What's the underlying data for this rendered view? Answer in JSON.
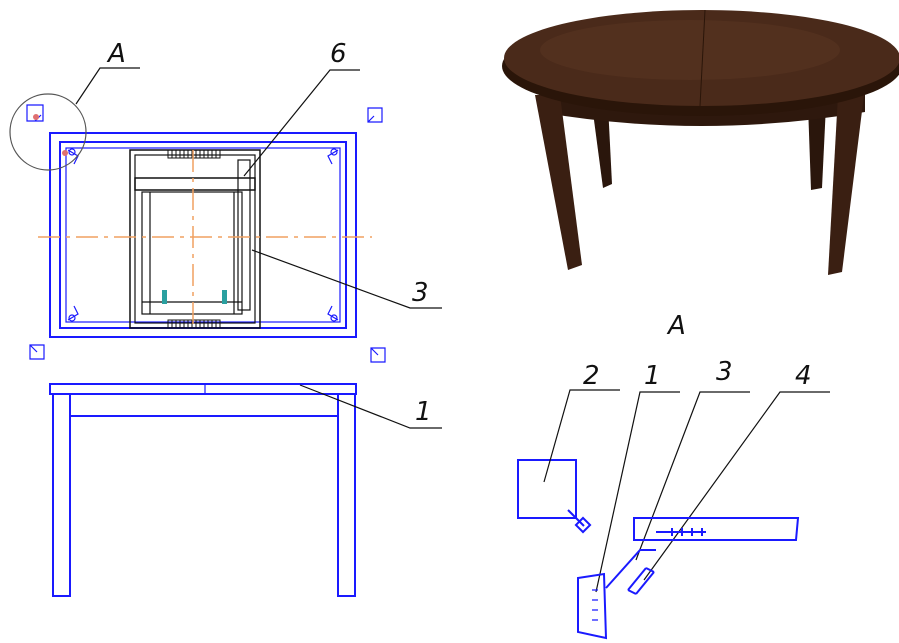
{
  "labels": {
    "plan_view": {
      "callout_A": "A",
      "part_6": "6",
      "part_3": "3"
    },
    "side_view": {
      "part_1": "1"
    },
    "detail_A": {
      "title": "A",
      "part_2": "2",
      "part_1": "1",
      "part_3": "3",
      "part_4": "4"
    }
  },
  "colors": {
    "drawing_line": "#1a1aff",
    "center_line": "#f0a060",
    "leader_line": "#111111",
    "table_wood": "#3a1f12"
  }
}
